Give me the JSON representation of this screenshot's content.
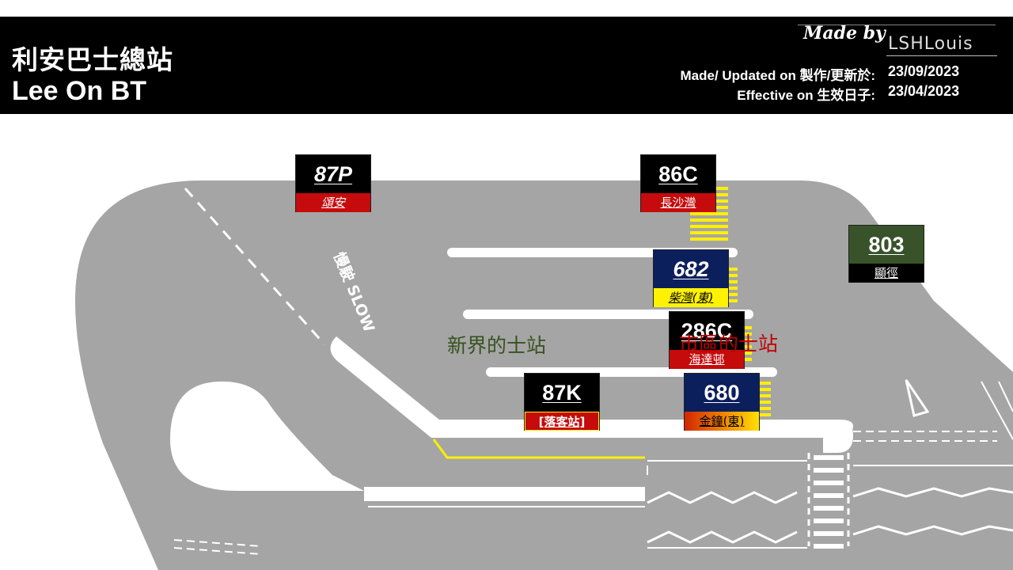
{
  "header": {
    "title_zh": "利安巴士總站",
    "title_en": "Lee On BT",
    "made_by_label": "Made by",
    "author": "LSHLouis",
    "updated_label": "Made/ Updated on 製作/更新於:",
    "updated_value": "23/09/2023",
    "effective_label": "Effective on 生效日子:",
    "effective_value": "23/04/2023"
  },
  "stops": [
    {
      "id": "87P",
      "route": "87P",
      "dest": "頌安"
    },
    {
      "id": "86C",
      "route": "86C",
      "dest": "長沙灣"
    },
    {
      "id": "803",
      "route": "803",
      "dest": "顯徑"
    },
    {
      "id": "682",
      "route": "682",
      "dest": "柴灣(東)"
    },
    {
      "id": "286C",
      "route": "286C",
      "dest": "海達邨"
    },
    {
      "id": "87K",
      "route": "87K",
      "dest": "[落客站]"
    },
    {
      "id": "680",
      "route": "680",
      "dest": "金鐘(東)"
    }
  ],
  "taxi": {
    "nt": "新界的士站",
    "urban": "市區的士站"
  },
  "road_marking": {
    "slow": "慢駛 SLOW"
  },
  "colors": {
    "header_bg": "#000000",
    "road": "#a5a5a5",
    "marking_yellow": "#ffef00",
    "red": "#c50b0b",
    "navy": "#0b1f5c",
    "green": "#38532a"
  }
}
